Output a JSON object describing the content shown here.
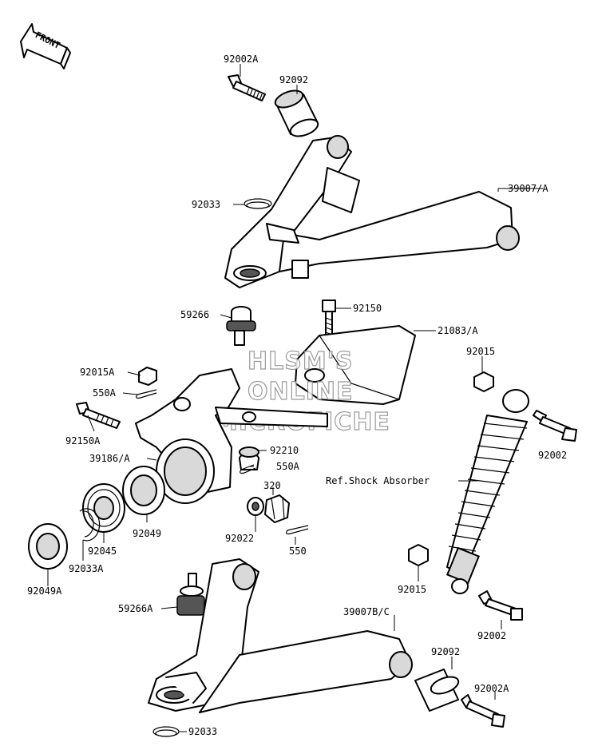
{
  "front_label": "FRONT",
  "watermark": [
    "HLSM'S",
    "ONLINE",
    "MICROFICHE"
  ],
  "parts": {
    "bolt_upper": "92002A",
    "bushing_upper": "92092",
    "arm_upper": "39007/A",
    "circlip_upper": "92033",
    "ball_joint_upper": "59266",
    "bolt_bracket": "92150",
    "bracket": "21083/A",
    "nut_shock_upper": "92015",
    "nut_knuckle": "92015A",
    "cotter_pin_a_left": "550A",
    "bolt_knuckle": "92150A",
    "knuckle": "39186/A",
    "collar": "92210",
    "cotter_pin_a_right": "550A",
    "bolt_shock_upper": "92002",
    "shock_ref": "Ref.Shock Absorber",
    "nut_castle": "320",
    "bearing_inner": "92049",
    "washer": "92022",
    "cotter_pin": "550",
    "bearing_ring": "92045",
    "circlip_knuckle": "92033A",
    "bearing_outer": "92049A",
    "nut_shock_lower": "92015",
    "ball_joint_lower": "59266A",
    "arm_lower": "39007B/C",
    "bolt_shock_lower": "92002",
    "bushing_lower": "92092",
    "bolt_lower": "92002A",
    "circlip_lower": "92033"
  }
}
